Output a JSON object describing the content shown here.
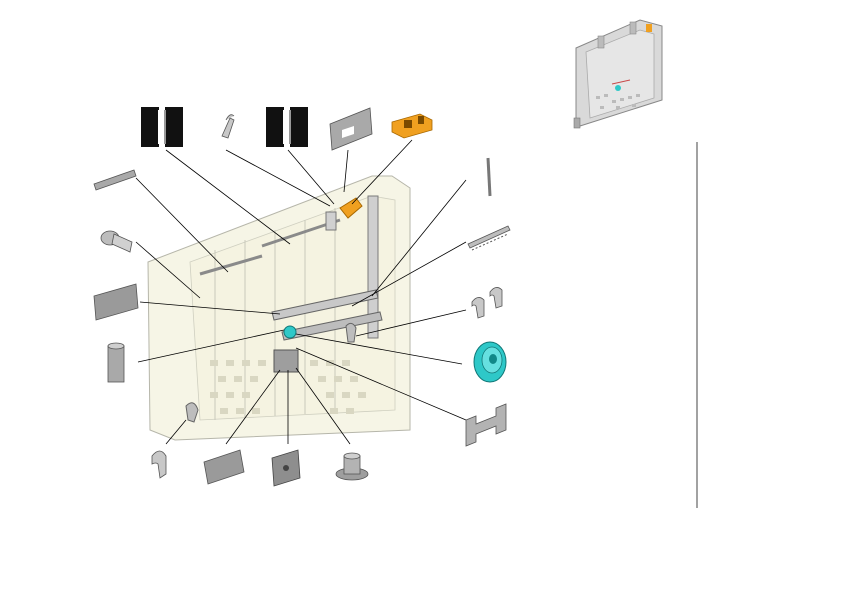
{
  "diagram": {
    "type": "exploded-parts-view",
    "colors": {
      "background": "#ffffff",
      "frame_fill": "#ece9c8",
      "frame_stroke": "#b6b6aa",
      "part_gray": "#a9a9a9",
      "part_gray_dark": "#6e6e6e",
      "part_black": "#111111",
      "accent_orange": "#f0a020",
      "accent_cyan": "#2ec8c8",
      "leader_line": "#000000",
      "divider": "#444444"
    },
    "parts": [
      {
        "name": "rubber-strip-top-left-part"
      },
      {
        "name": "hex-screw-part"
      },
      {
        "name": "flat-pad-left-part"
      },
      {
        "name": "cylinder-spacer-part"
      },
      {
        "name": "black-seal-strip-left-part"
      },
      {
        "name": "spring-clip-top-part"
      },
      {
        "name": "black-seal-strip-right-part"
      },
      {
        "name": "flat-plate-top-part"
      },
      {
        "name": "orange-actuator-part"
      },
      {
        "name": "thin-rod-part"
      },
      {
        "name": "rack-bar-part"
      },
      {
        "name": "hook-clip-right-a-part"
      },
      {
        "name": "hook-clip-right-b-part"
      },
      {
        "name": "cyan-gear-wheel-part"
      },
      {
        "name": "h-bracket-part"
      },
      {
        "name": "hook-clip-bottom-left-part"
      },
      {
        "name": "flat-pad-bottom-part"
      },
      {
        "name": "mount-plate-part"
      },
      {
        "name": "knob-part"
      }
    ],
    "assembly_thumbnail": {
      "name": "assembled-panel-thumbnail"
    }
  }
}
